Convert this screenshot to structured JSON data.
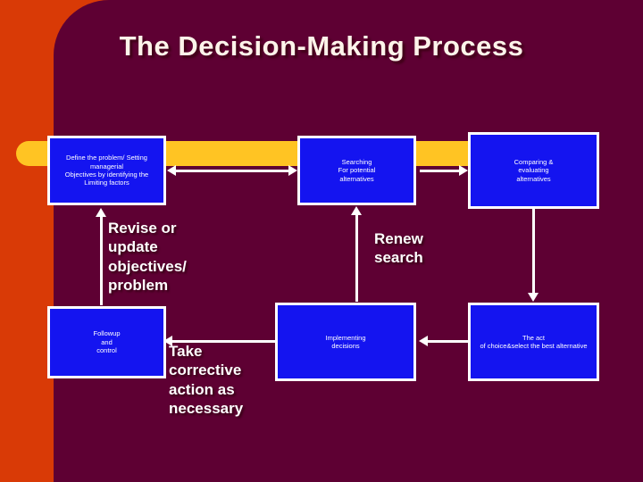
{
  "slide": {
    "title": "The Decision-Making Process",
    "colors": {
      "background_maroon": "#5e0033",
      "accent_orange": "#d93a06",
      "accent_yellow": "#ffc423",
      "box_blue": "#1414f0",
      "box_border": "#ffffff",
      "text_white": "#ffffff"
    }
  },
  "boxes": [
    {
      "id": "define",
      "label": "Define the problem/ Setting managerial\nObjectives by identifying the\nLimiting factors"
    },
    {
      "id": "search",
      "label": "Searching\nFor potential\nalternatives"
    },
    {
      "id": "compare",
      "label": "Comparing &\nevaluating\nalternatives"
    },
    {
      "id": "followup",
      "label": "Followup\nand\ncontrol"
    },
    {
      "id": "implement",
      "label": "Implementing\ndecisions"
    },
    {
      "id": "act",
      "label": "The act\nof choice&select the best alternative"
    }
  ],
  "loop_labels": [
    {
      "id": "revise",
      "text": "Revise or\nupdate\nobjectives/\nproblem"
    },
    {
      "id": "renew",
      "text": "Renew\nsearch"
    },
    {
      "id": "corrective",
      "text": "Take\ncorrective\naction as\nnecessary"
    }
  ],
  "connectors": [
    {
      "id": "define-search",
      "type": "double-headed-horizontal"
    },
    {
      "id": "search-compare",
      "type": "arrow-right"
    },
    {
      "id": "compare-act",
      "type": "arrow-down"
    },
    {
      "id": "act-implement",
      "type": "arrow-left"
    },
    {
      "id": "implement-search",
      "type": "arrow-up"
    },
    {
      "id": "implement-followup",
      "type": "arrow-left"
    },
    {
      "id": "followup-define",
      "type": "arrow-up"
    }
  ]
}
